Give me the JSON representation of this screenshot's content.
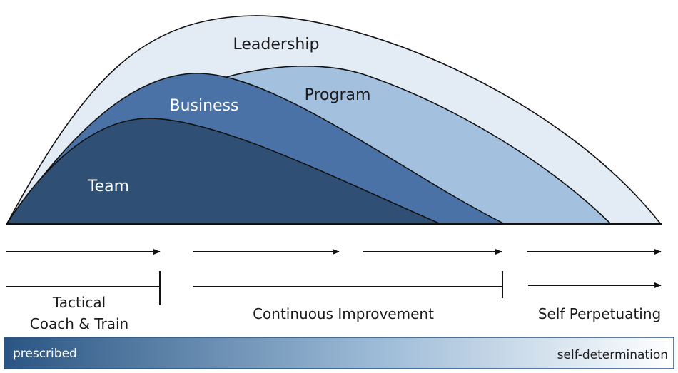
{
  "curves": {
    "leadership": {
      "label": "Leadership",
      "color": "#e3ebf5"
    },
    "program": {
      "label": "Program",
      "color": "#a3c0de"
    },
    "business": {
      "label": "Business",
      "color": "#4a72a6"
    },
    "team": {
      "label": "Team",
      "color": "#2f5074"
    }
  },
  "phases": {
    "tactical_line1": "Tactical",
    "tactical_line2": "Coach & Train",
    "continuous": "Continuous Improvement",
    "self_perpetuating": "Self Perpetuating"
  },
  "spectrum_bar": {
    "left_label": "prescribed",
    "right_label": "self-determination",
    "color_start": "#2a5583",
    "color_end": "#ffffff"
  }
}
